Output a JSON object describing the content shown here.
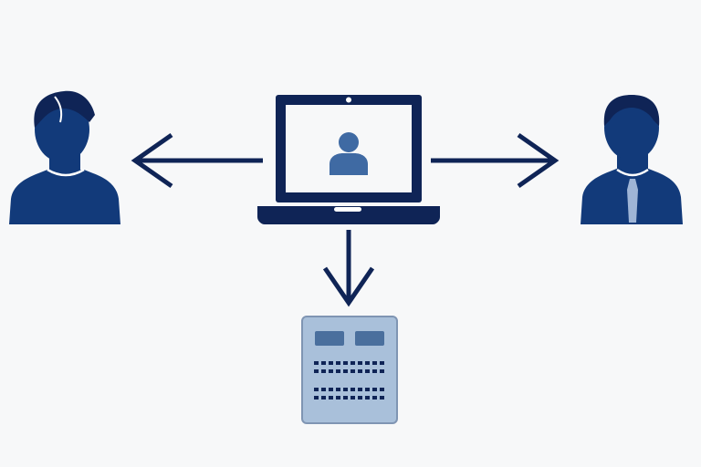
{
  "diagram": {
    "nodes": [
      {
        "id": "user-left",
        "icon": "person-casual-icon"
      },
      {
        "id": "laptop",
        "icon": "laptop-video-icon"
      },
      {
        "id": "user-right",
        "icon": "person-business-icon"
      },
      {
        "id": "server",
        "icon": "server-icon"
      }
    ],
    "edges": [
      {
        "from": "laptop",
        "to": "user-left",
        "direction": "left"
      },
      {
        "from": "laptop",
        "to": "user-right",
        "direction": "right"
      },
      {
        "from": "laptop",
        "to": "server",
        "direction": "down"
      }
    ]
  },
  "colors": {
    "background": "#f7f8f9",
    "navy": "#0f2456",
    "person_fill": "#123a7a",
    "avatar_fill": "#3f6aa3",
    "server_body": "#a9c0da",
    "server_border": "#7f95b3",
    "server_slot": "#4a6f9d",
    "tie": "#9fb5d6"
  }
}
